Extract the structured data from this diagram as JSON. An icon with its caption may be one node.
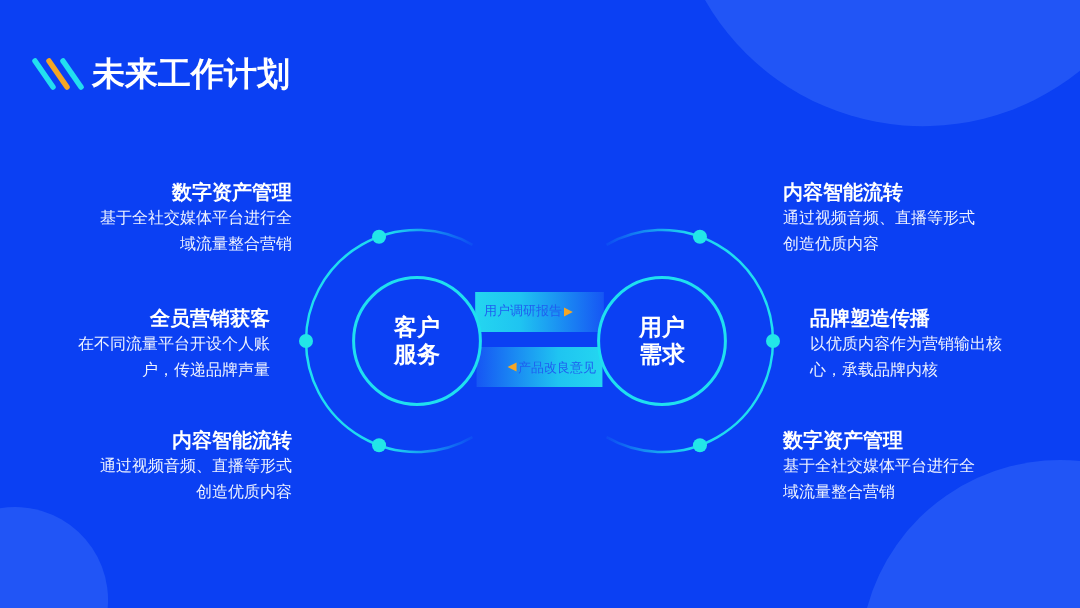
{
  "diagram": {
    "title": "未来工作计划",
    "nodes": [
      {
        "text": [
          "客户服务"
        ]
      },
      {
        "text": [
          "用户需求"
        ]
      }
    ],
    "edges": [
      {
        "from": 0,
        "to": 1,
        "arrow": "to",
        "label": "用户调研报告",
        "style": "thick"
      },
      {
        "from": 1,
        "to": 0,
        "arrow": "to",
        "label": "产品改良意见",
        "style": "thick"
      }
    ],
    "labels": [
      "数字资产管理",
      "基于全社交媒体平台进行全域流量整合营销",
      "内容智能流转",
      "通过视频音频、直播等形式创造优质内容",
      "全员营销获客",
      "在不同流量平台开设个人账户，传递品牌声量",
      "品牌塑造传播",
      "以优质内容作为营销输出核心，承载品牌内核",
      "内容智能流转",
      "通过视频音频、直播等形式创造优质内容",
      "数字资产管理",
      "基于全社交媒体平台进行全域流量整合营销"
    ]
  }
}
